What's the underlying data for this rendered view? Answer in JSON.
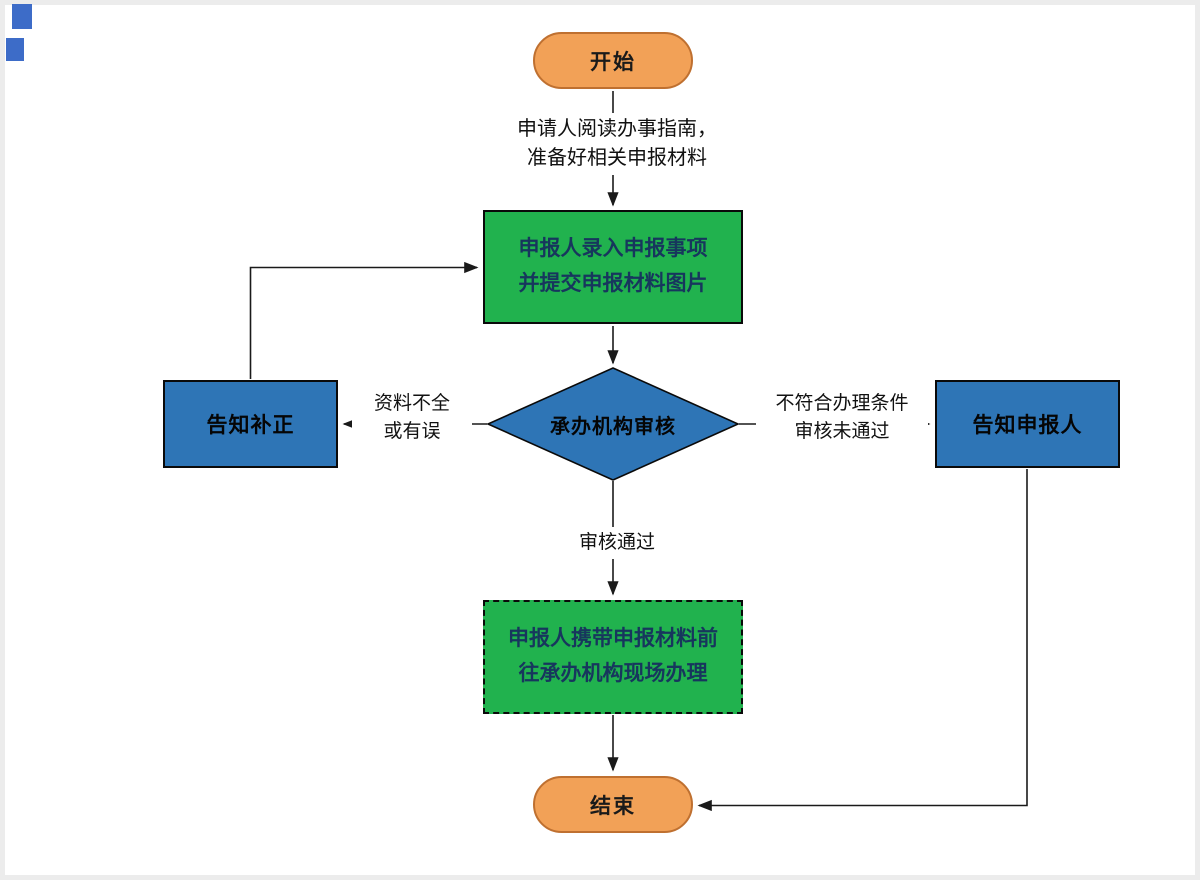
{
  "diagram": {
    "nodes": {
      "start": {
        "label": "开始"
      },
      "input": {
        "line1": "申报人录入申报事项",
        "line2": "并提交申报材料图片"
      },
      "review": {
        "label": "承办机构审核"
      },
      "notify_correction": {
        "label": "告知补正"
      },
      "notify_applicant": {
        "label": "告知申报人"
      },
      "onsite": {
        "line1": "申报人携带申报材料前",
        "line2": "往承办机构现场办理"
      },
      "end": {
        "label": "结束"
      }
    },
    "edges": {
      "start_to_input": {
        "line1": "申请人阅读办事指南，",
        "line2": "准备好相关申报材料"
      },
      "review_to_correction": {
        "line1": "资料不全",
        "line2": "或有误"
      },
      "review_to_applicant": {
        "line1": "不符合办理条件",
        "line2": "审核未通过"
      },
      "review_to_onsite": {
        "label": "审核通过"
      }
    },
    "colors": {
      "terminal_fill": "#F2A157",
      "terminal_border": "#BF7030",
      "process_fill": "#21B24E",
      "process_text": "#17365D",
      "decision_fill": "#2E75B6",
      "border_dark": "#0A0A0A",
      "arrow_color": "#1A1A1A",
      "artifact_blue": "#3D6CC8"
    }
  }
}
